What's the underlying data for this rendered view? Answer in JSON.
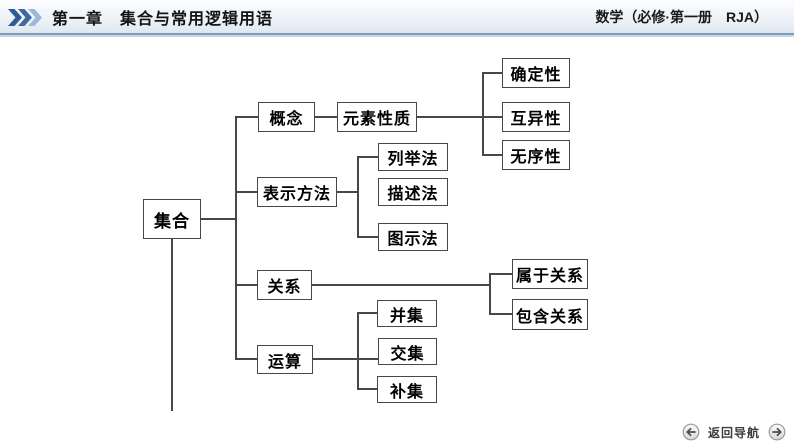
{
  "header": {
    "chapter_title": "第一章　集合与常用逻辑用语",
    "book_label": "数学（必修·第一册　RJA）"
  },
  "footer": {
    "nav_label": "返回导航"
  },
  "icons": {
    "header_chevrons": "triple-chevron-right",
    "nav_back": "circle-arrow-left",
    "nav_forward": "circle-arrow-right"
  },
  "colors": {
    "chevron_dark": "#2d5c96",
    "chevron_mid": "#3d699f",
    "chevron_light": "#9bb8d8",
    "header_rule": "#7d9cb9",
    "box_border": "#474747"
  },
  "diagram": {
    "root_label": "集合",
    "branches": [
      {
        "label": "概念",
        "child": {
          "label": "元素性质",
          "children": [
            "确定性",
            "互异性",
            "无序性"
          ]
        }
      },
      {
        "label": "表示方法",
        "children": [
          "列举法",
          "描述法",
          "图示法"
        ]
      },
      {
        "label": "关系",
        "children": [
          "属于关系",
          "包含关系"
        ]
      },
      {
        "label": "运算",
        "children": [
          "并集",
          "交集",
          "补集"
        ]
      }
    ]
  }
}
